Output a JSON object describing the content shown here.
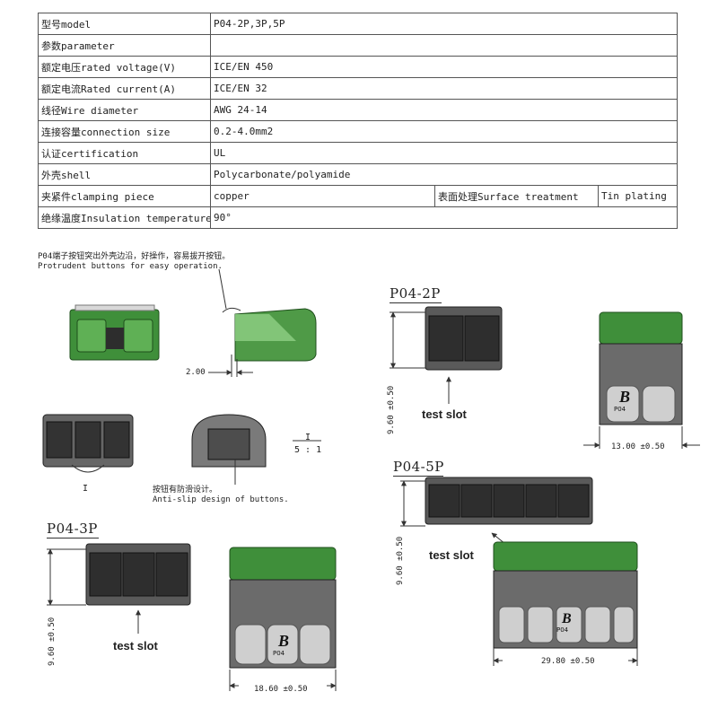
{
  "spec_table": {
    "rows": [
      {
        "label": "型号model",
        "value": "P04-2P,3P,5P"
      },
      {
        "label": "参数parameter",
        "value": ""
      },
      {
        "label": "额定电压rated voltage(V)",
        "value": "ICE/EN 450"
      },
      {
        "label": "额定电流Rated current(A)",
        "value": "ICE/EN 32"
      },
      {
        "label": "线径Wire diameter",
        "value": "AWG 24-14"
      },
      {
        "label": "连接容量connection size",
        "value": "0.2-4.0mm2"
      },
      {
        "label": "认证certification",
        "value": "UL"
      },
      {
        "label": "外壳shell",
        "value": "Polycarbonate/polyamide"
      },
      {
        "label": "夹紧件clamping piece",
        "value": "copper",
        "label2": "表面处理Surface treatment",
        "value2": "Tin plating"
      },
      {
        "label": "绝缘温度Insulation temperature",
        "value": "90°"
      }
    ]
  },
  "notes": {
    "button_cn": "P04端子按钮突出外壳边沿，好操作，容易拔开按钮。",
    "button_en": "Protrudent buttons for easy operation.",
    "antislip_cn": "按钮有防滑设计。",
    "antislip_en": "Anti-slip design of buttons.",
    "detail_label": "I",
    "detail_mark": "I",
    "scale": "5 : 1"
  },
  "drawings": {
    "p2": {
      "title": "P04-2P",
      "height": "9.60 ±0.50",
      "width": "13.00 ±0.50"
    },
    "p3": {
      "title": "P04-3P",
      "height": "9.60 ±0.50",
      "width": "18.60 ±0.50"
    },
    "p5": {
      "title": "P04-5P",
      "height": "9.60 ±0.50",
      "width": "29.80 ±0.50"
    },
    "side_dim": "2.00",
    "test_slot": "test slot",
    "brand_mark": "B",
    "brand_code": "P04"
  },
  "colors": {
    "housing_green": "#3f8f3a",
    "housing_dark": "#1f4f1c",
    "body_gray": "#6a6a6a",
    "line": "#333333"
  }
}
